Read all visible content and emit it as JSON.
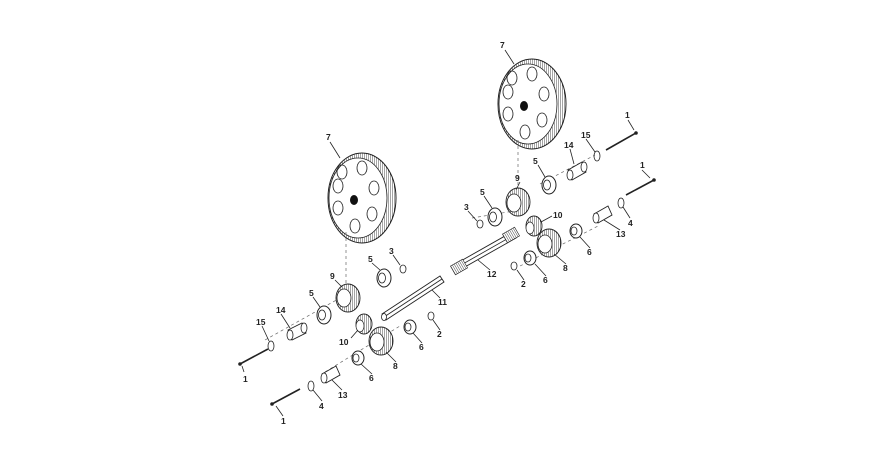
{
  "diagram": {
    "labels": {
      "l_7a": "7",
      "l_7b": "7",
      "l_1a": "1",
      "l_1b": "1",
      "l_1c": "1",
      "l_1d": "1",
      "l_15a": "15",
      "l_15b": "15",
      "l_14a": "14",
      "l_14b": "14",
      "l_5a": "5",
      "l_5b": "5",
      "l_5c": "5",
      "l_5d": "5",
      "l_9a": "9",
      "l_9b": "9",
      "l_3a": "3",
      "l_3b": "3",
      "l_10a": "10",
      "l_10b": "10",
      "l_6a": "6",
      "l_6b": "6",
      "l_6c": "6",
      "l_6d": "6",
      "l_8a": "8",
      "l_8b": "8",
      "l_2a": "2",
      "l_2b": "2",
      "l_4a": "4",
      "l_4b": "4",
      "l_13a": "13",
      "l_13b": "13",
      "l_11": "11",
      "l_12": "12"
    }
  }
}
